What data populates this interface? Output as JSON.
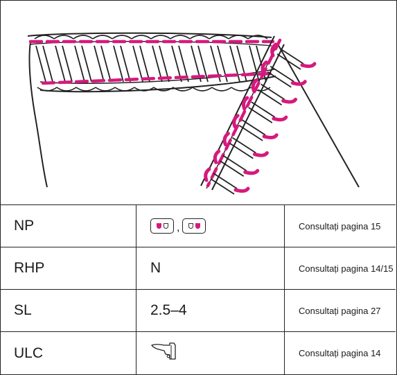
{
  "illustration": {
    "description_icon": "flatlock-seam-stitch-illustration-icon",
    "thread_color": "#d6197c",
    "line_color": "#222222"
  },
  "settings": [
    {
      "key": "NP",
      "value_icons": [
        "needle-left-active-icon",
        "needle-right-active-icon"
      ],
      "separator": ",",
      "reference": "Consultați pagina 15"
    },
    {
      "key": "RHP",
      "value": "N",
      "reference": "Consultați pagina 14/15"
    },
    {
      "key": "SL",
      "value": "2.5–4",
      "reference": "Consultați pagina 27"
    },
    {
      "key": "ULC",
      "value_icon": "upper-looper-converter-icon",
      "reference": "Consultați pagina 14"
    }
  ]
}
